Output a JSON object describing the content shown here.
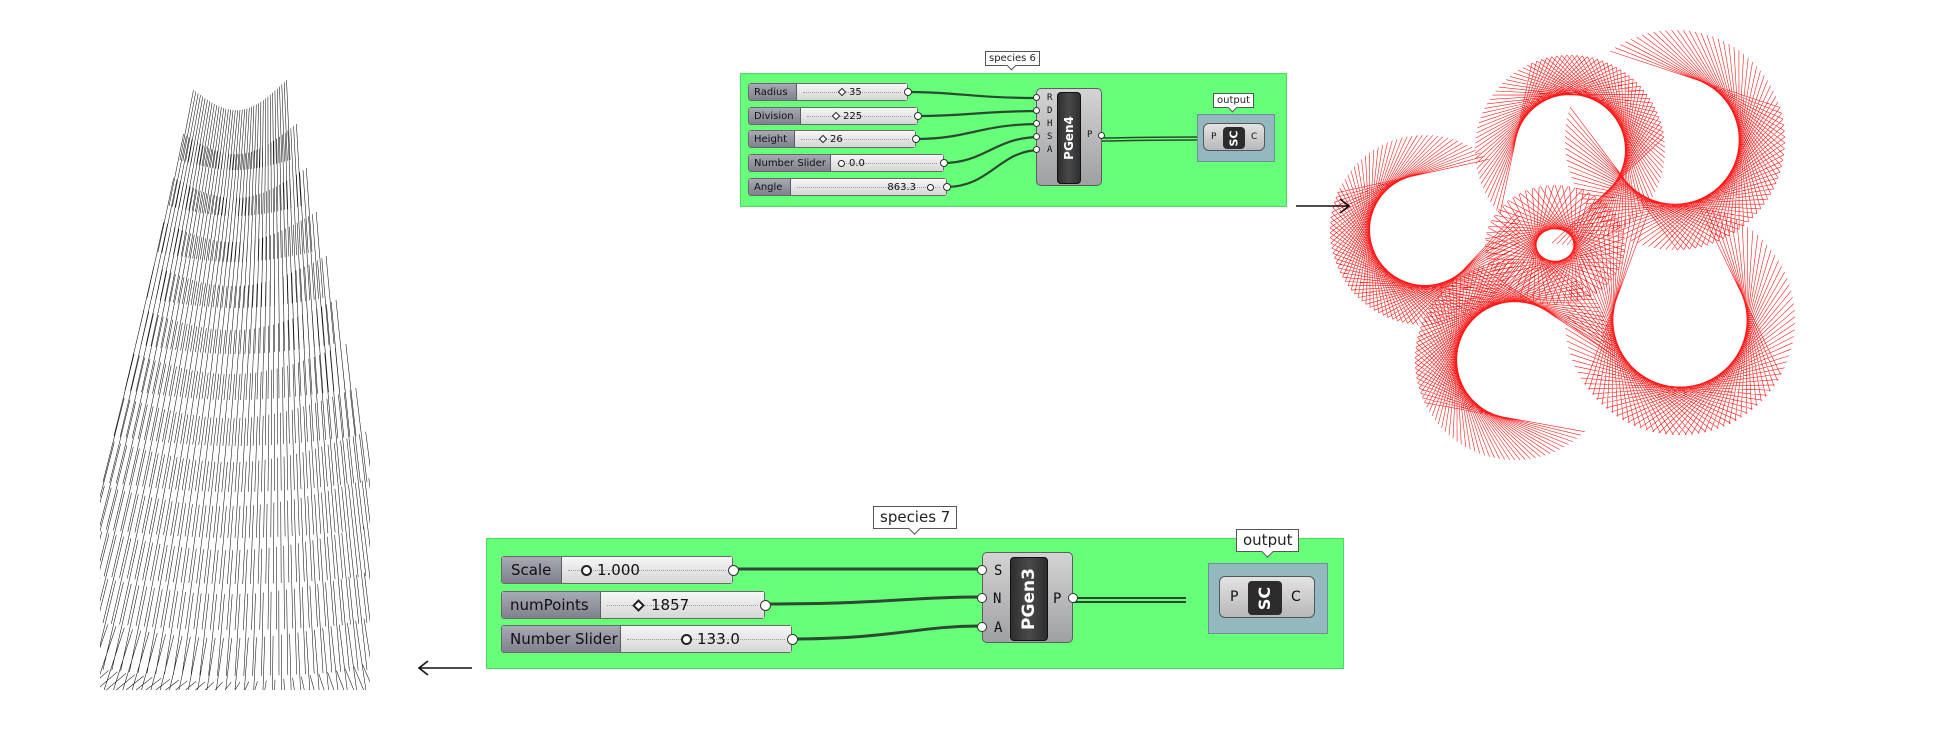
{
  "species6": {
    "label": "species 6",
    "sliders": [
      {
        "name": "Radius",
        "value": "35"
      },
      {
        "name": "Division",
        "value": "225"
      },
      {
        "name": "Height",
        "value": "26"
      },
      {
        "name": "Number Slider",
        "value": "0.0"
      },
      {
        "name": "Angle",
        "value": "863.3"
      }
    ],
    "component": {
      "title": "PGen4",
      "inputs": [
        "R",
        "D",
        "H",
        "S",
        "A"
      ],
      "output": "P"
    },
    "output": {
      "label": "output",
      "title": "SC",
      "input": "P",
      "output": "C"
    }
  },
  "species7": {
    "label": "species 7",
    "sliders": [
      {
        "name": "Scale",
        "value": "1.000"
      },
      {
        "name": "numPoints",
        "value": "1857"
      },
      {
        "name": "Number Slider",
        "value": "133.0"
      }
    ],
    "component": {
      "title": "PGen3",
      "inputs": [
        "S",
        "N",
        "A"
      ],
      "output": "P"
    },
    "output": {
      "label": "output",
      "title": "SC",
      "input": "P",
      "output": "C"
    }
  },
  "colors": {
    "group_fill": "#67ff7a",
    "output_group_fill": "#94b8c0",
    "red_geometry": "#ff1a1a",
    "black_geometry": "#111111"
  }
}
